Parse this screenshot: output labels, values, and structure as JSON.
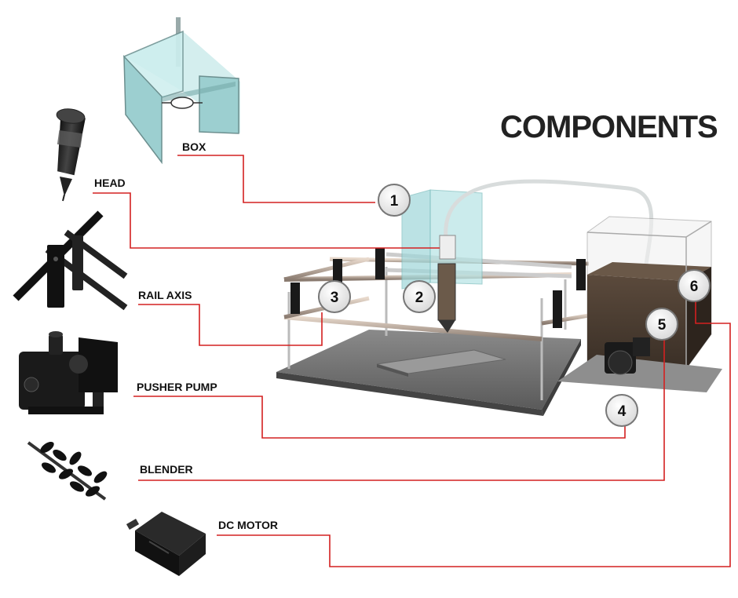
{
  "title": "COMPONENTS",
  "colors": {
    "leader": "#d42020",
    "panel": "#3a3a3a",
    "glass": "#9fd6d9"
  },
  "components": [
    {
      "id": "box",
      "label": "BOX",
      "number": "1"
    },
    {
      "id": "head",
      "label": "HEAD",
      "number": "2"
    },
    {
      "id": "rail-axis",
      "label": "RAIL AXIS",
      "number": "3"
    },
    {
      "id": "pusher-pump",
      "label": "PUSHER PUMP",
      "number": "4"
    },
    {
      "id": "blender",
      "label": "BLENDER",
      "number": "5"
    },
    {
      "id": "dc-motor",
      "label": "DC MOTOR",
      "number": "6"
    }
  ]
}
